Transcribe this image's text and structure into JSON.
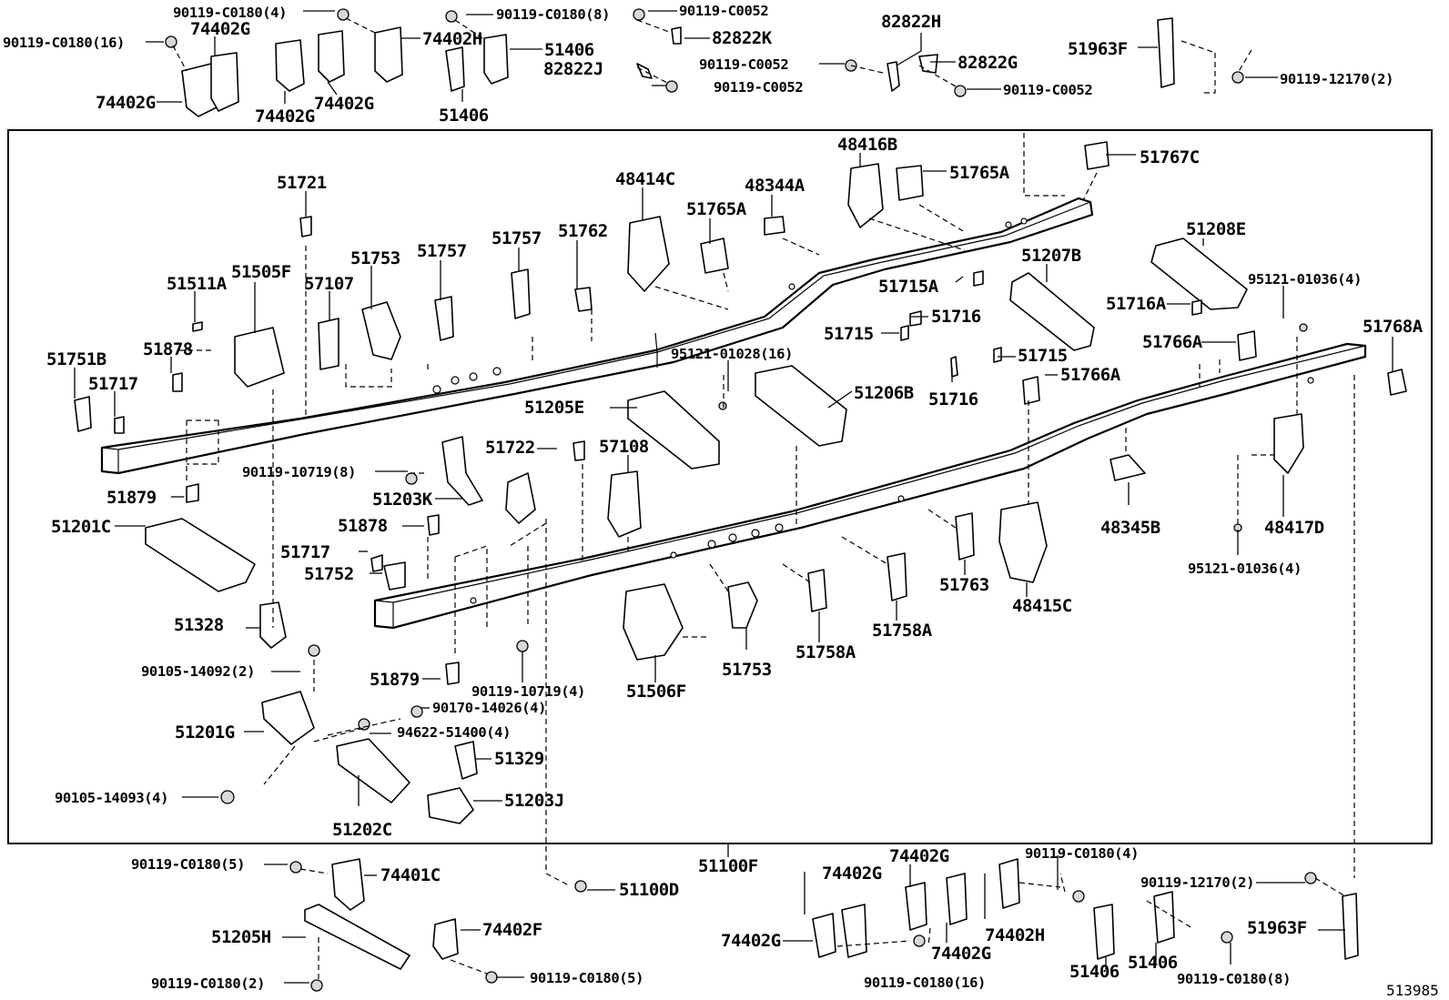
{
  "diagram_id": "513985",
  "labels": {
    "l90119_C0180_4_top": "90119-C0180(4)",
    "l90119_C0180_16_top": "90119-C0180(16)",
    "l74402G_a": "74402G",
    "l74402G_b": "74402G",
    "l74402G_c": "74402G",
    "l74402G_d": "74402G",
    "l74402H_top": "74402H",
    "l90119_C0180_8_top": "90119-C0180(8)",
    "l51406_a": "51406",
    "l51406_b": "51406",
    "l90119_C0052_a": "90119-C0052",
    "l82822K": "82822K",
    "l82822J": "82822J",
    "l90119_C0052_b": "90119-C0052",
    "l82822H": "82822H",
    "l90119_C0052_c": "90119-C0052",
    "l82822G": "82822G",
    "l90119_C0052_d": "90119-C0052",
    "l51963F_top": "51963F",
    "l90119_12170_2_top": "90119-12170(2)",
    "l51721": "51721",
    "l51511A": "51511A",
    "l51505F": "51505F",
    "l57107": "57107",
    "l51753_a": "51753",
    "l51757_a": "51757",
    "l51757_b": "51757",
    "l51762": "51762",
    "l48414C": "48414C",
    "l51765A_a": "51765A",
    "l48344A": "48344A",
    "l48416B": "48416B",
    "l51765A_b": "51765A",
    "l51767C": "51767C",
    "l51751B": "51751B",
    "l51717_a": "51717",
    "l51878_a": "51878",
    "l51207B": "51207B",
    "l51715A": "51715A",
    "l51716_a": "51716",
    "l51715_a": "51715",
    "l51208E": "51208E",
    "l95121_01036_4_a": "95121-01036(4)",
    "l51716A": "51716A",
    "l51766A_a": "51766A",
    "l51768A": "51768A",
    "l95121_01028_16": "95121-01028(16)",
    "l51715_b": "51715",
    "l51766A_b": "51766A",
    "l51206B": "51206B",
    "l51716_b": "51716",
    "l51205E": "51205E",
    "l51722": "51722",
    "l57108": "57108",
    "l90119_10719_8": "90119-10719(8)",
    "l51203K": "51203K",
    "l51879_a": "51879",
    "l51201C": "51201C",
    "l51878_b": "51878",
    "l51717_b": "51717",
    "l51752": "51752",
    "l48345B": "48345B",
    "l48417D": "48417D",
    "l95121_01036_4_b": "95121-01036(4)",
    "l51763": "51763",
    "l48415C": "48415C",
    "l51758A_a": "51758A",
    "l51758A_b": "51758A",
    "l51328": "51328",
    "l90105_14092_2": "90105-14092(2)",
    "l51879_b": "51879",
    "l90119_10719_4": "90119-10719(4)",
    "l51753_b": "51753",
    "l51506F": "51506F",
    "l90170_14026_4": "90170-14026(4)",
    "l51201G": "51201G",
    "l94622_51400_4": "94622-51400(4)",
    "l51329": "51329",
    "l90105_14093_4": "90105-14093(4)",
    "l51203J": "51203J",
    "l51202C": "51202C",
    "l51100F": "51100F",
    "l90119_C0180_5_a": "90119-C0180(5)",
    "l74401C": "74401C",
    "l51100D": "51100D",
    "l74402G_e": "74402G",
    "l74402G_f": "74402G",
    "l90119_C0180_4_b": "90119-C0180(4)",
    "l74402H_b": "74402H",
    "l90119_12170_2_b": "90119-12170(2)",
    "l51963F_b": "51963F",
    "l74402G_g": "74402G",
    "l74402G_h": "74402G",
    "l51205H": "51205H",
    "l74402F": "74402F",
    "l90119_C0180_2": "90119-C0180(2)",
    "l90119_C0180_5_b": "90119-C0180(5)",
    "l90119_C0180_16_b": "90119-C0180(16)",
    "l51406_c": "51406",
    "l51406_d": "51406",
    "l90119_C0180_8_b": "90119-C0180(8)"
  }
}
